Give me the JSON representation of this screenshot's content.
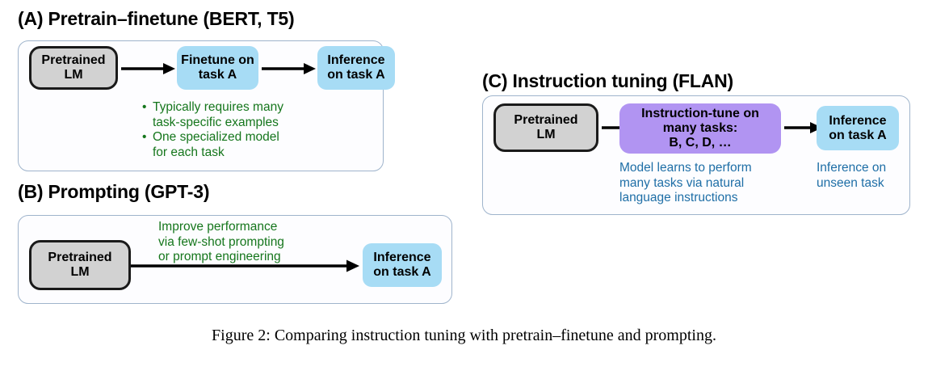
{
  "figure": {
    "caption": "Figure 2: Comparing instruction tuning with pretrain–finetune and prompting."
  },
  "colors": {
    "pretrained_box": "#d2d2d2",
    "pretrained_border": "#1a1a1a",
    "blue_box": "#a7dcf5",
    "purple_box": "#b194f2",
    "panel_border": "#9fb4cc",
    "green_text": "#15761c",
    "blue_text": "#1e6ea6",
    "arrow": "#000000",
    "background": "#ffffff"
  },
  "panels": [
    {
      "id": "a",
      "title": "(A) Pretrain–finetune (BERT, T5)",
      "nodes": [
        {
          "id": "a-pretrained",
          "label": "Pretrained\nLM",
          "style": "gray"
        },
        {
          "id": "a-finetune",
          "label": "Finetune on\ntask A",
          "style": "blue"
        },
        {
          "id": "a-inference",
          "label": "Inference\non task A",
          "style": "blue"
        }
      ],
      "arrows": [
        {
          "id": "a-arrow-1",
          "from": "a-pretrained",
          "to": "a-finetune"
        },
        {
          "id": "a-arrow-2",
          "from": "a-finetune",
          "to": "a-inference"
        }
      ],
      "bullets": [
        "Typically requires many\ntask-specific examples",
        "One specialized model\nfor each task"
      ]
    },
    {
      "id": "b",
      "title": "(B) Prompting (GPT-3)",
      "nodes": [
        {
          "id": "b-pretrained",
          "label": "Pretrained\nLM",
          "style": "gray"
        },
        {
          "id": "b-inference",
          "label": "Inference\non task A",
          "style": "blue"
        }
      ],
      "arrows": [
        {
          "id": "b-arrow-1",
          "from": "b-pretrained",
          "to": "b-inference"
        }
      ],
      "notes": [
        {
          "id": "b-note-prompting",
          "text": "Improve performance\nvia few-shot prompting\nor prompt engineering",
          "color": "green"
        }
      ]
    },
    {
      "id": "c",
      "title": "(C) Instruction tuning (FLAN)",
      "nodes": [
        {
          "id": "c-pretrained",
          "label": "Pretrained\nLM",
          "style": "gray"
        },
        {
          "id": "c-instruction-tune",
          "label": "Instruction-tune on\nmany tasks:\nB, C, D, …",
          "style": "purple"
        },
        {
          "id": "c-inference",
          "label": "Inference\non task A",
          "style": "blue"
        }
      ],
      "arrows": [
        {
          "id": "c-arrow-1",
          "from": "c-pretrained",
          "to": "c-instruction-tune"
        },
        {
          "id": "c-arrow-2",
          "from": "c-instruction-tune",
          "to": "c-inference"
        }
      ],
      "notes": [
        {
          "id": "c-note-model-learns",
          "text": "Model learns to perform\nmany tasks via natural\nlanguage instructions",
          "color": "blue"
        },
        {
          "id": "c-note-unseen",
          "text": "Inference on\nunseen task",
          "color": "blue"
        }
      ]
    }
  ]
}
